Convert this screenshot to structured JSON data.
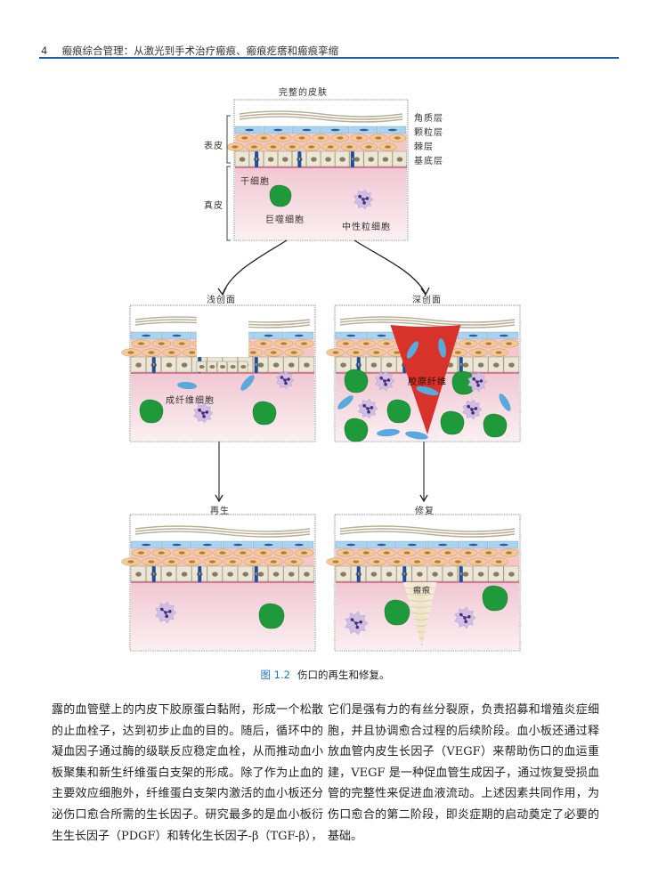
{
  "header": {
    "page_number": "4",
    "book_title": "瘢痕综合管理：从激光到手术治疗瘢痕、瘢痕疙瘩和瘢痕挛缩",
    "accent_color": "#1a5fb4"
  },
  "figure": {
    "top_panel": {
      "title": "完整的皮肤",
      "bracket_labels": [
        "表皮",
        "真皮"
      ],
      "layer_labels": [
        "角质层",
        "颗粒层",
        "棘层",
        "基底层"
      ],
      "cell_labels": {
        "stem_cell": "干细胞",
        "macrophage": "巨噬细胞",
        "neutrophil": "中性粒细胞"
      }
    },
    "left_branch": {
      "title": "浅创面",
      "cell_label": "成纤维细胞",
      "outcome_title": "再生"
    },
    "right_branch": {
      "title": "深创面",
      "clot_label": "胶原纤维",
      "outcome_title": "修复",
      "scar_label": "瘢痕"
    },
    "colors": {
      "dermis": "#f4d3db",
      "granular": "#a9d3ef",
      "spinous": "#f3c995",
      "basal": "#ebe6d6",
      "stem": "#1f4f9a",
      "macrophage": "#1f9a3b",
      "neutrophil": "#cfc0e3",
      "fibroblast": "#58a9dd",
      "clot": "#d8332a",
      "scar": "#efe3c8"
    },
    "caption_number": "图 1.2",
    "caption_text": "伤口的再生和修复。"
  },
  "body": {
    "left_column": "露的血管壁上的内皮下胶原蛋白黏附，形成一个松散的止血栓子，达到初步止血的目的。随后，循环中的凝血因子通过酶的级联反应稳定血栓，从而推动血小板聚集和新生纤维蛋白支架的形成。除了作为止血的主要效应细胞外，纤维蛋白支架内激活的血小板还分泌伤口愈合所需的生长因子。研究最多的是血小板衍生生长因子（PDGF）和转化生长因子-β（TGF-β），",
    "right_column": "它们是强有力的有丝分裂原，负责招募和增殖炎症细胞，并且协调愈合过程的后续阶段。血小板还通过释放血管内皮生长因子（VEGF）来帮助伤口的血运重建，VEGF 是一种促血管生成因子，通过恢复受损血管的完整性来促进血液流动。上述因素共同作用，为伤口愈合的第二阶段，即炎症期的启动奠定了必要的基础。"
  }
}
